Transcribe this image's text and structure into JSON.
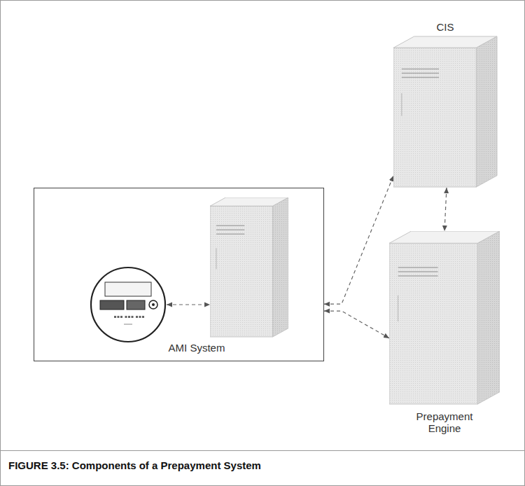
{
  "diagram": {
    "caption": "FIGURE 3.5: Components of a Prepayment System",
    "nodes": [
      {
        "text": [
          "AMI System"
        ]
      },
      {
        "text": [],
        "in": 0
      },
      {
        "text": [],
        "in": 0
      },
      {
        "text": [
          "CIS"
        ]
      },
      {
        "text": [
          "Prepayment Engine"
        ]
      }
    ],
    "edges": [
      {
        "from": 1,
        "to": 2,
        "arrow": "both"
      },
      {
        "from": 0,
        "to": 3,
        "arrow": "both"
      },
      {
        "from": 0,
        "to": 4,
        "arrow": "both"
      },
      {
        "from": 3,
        "to": 4,
        "arrow": "both"
      }
    ]
  }
}
